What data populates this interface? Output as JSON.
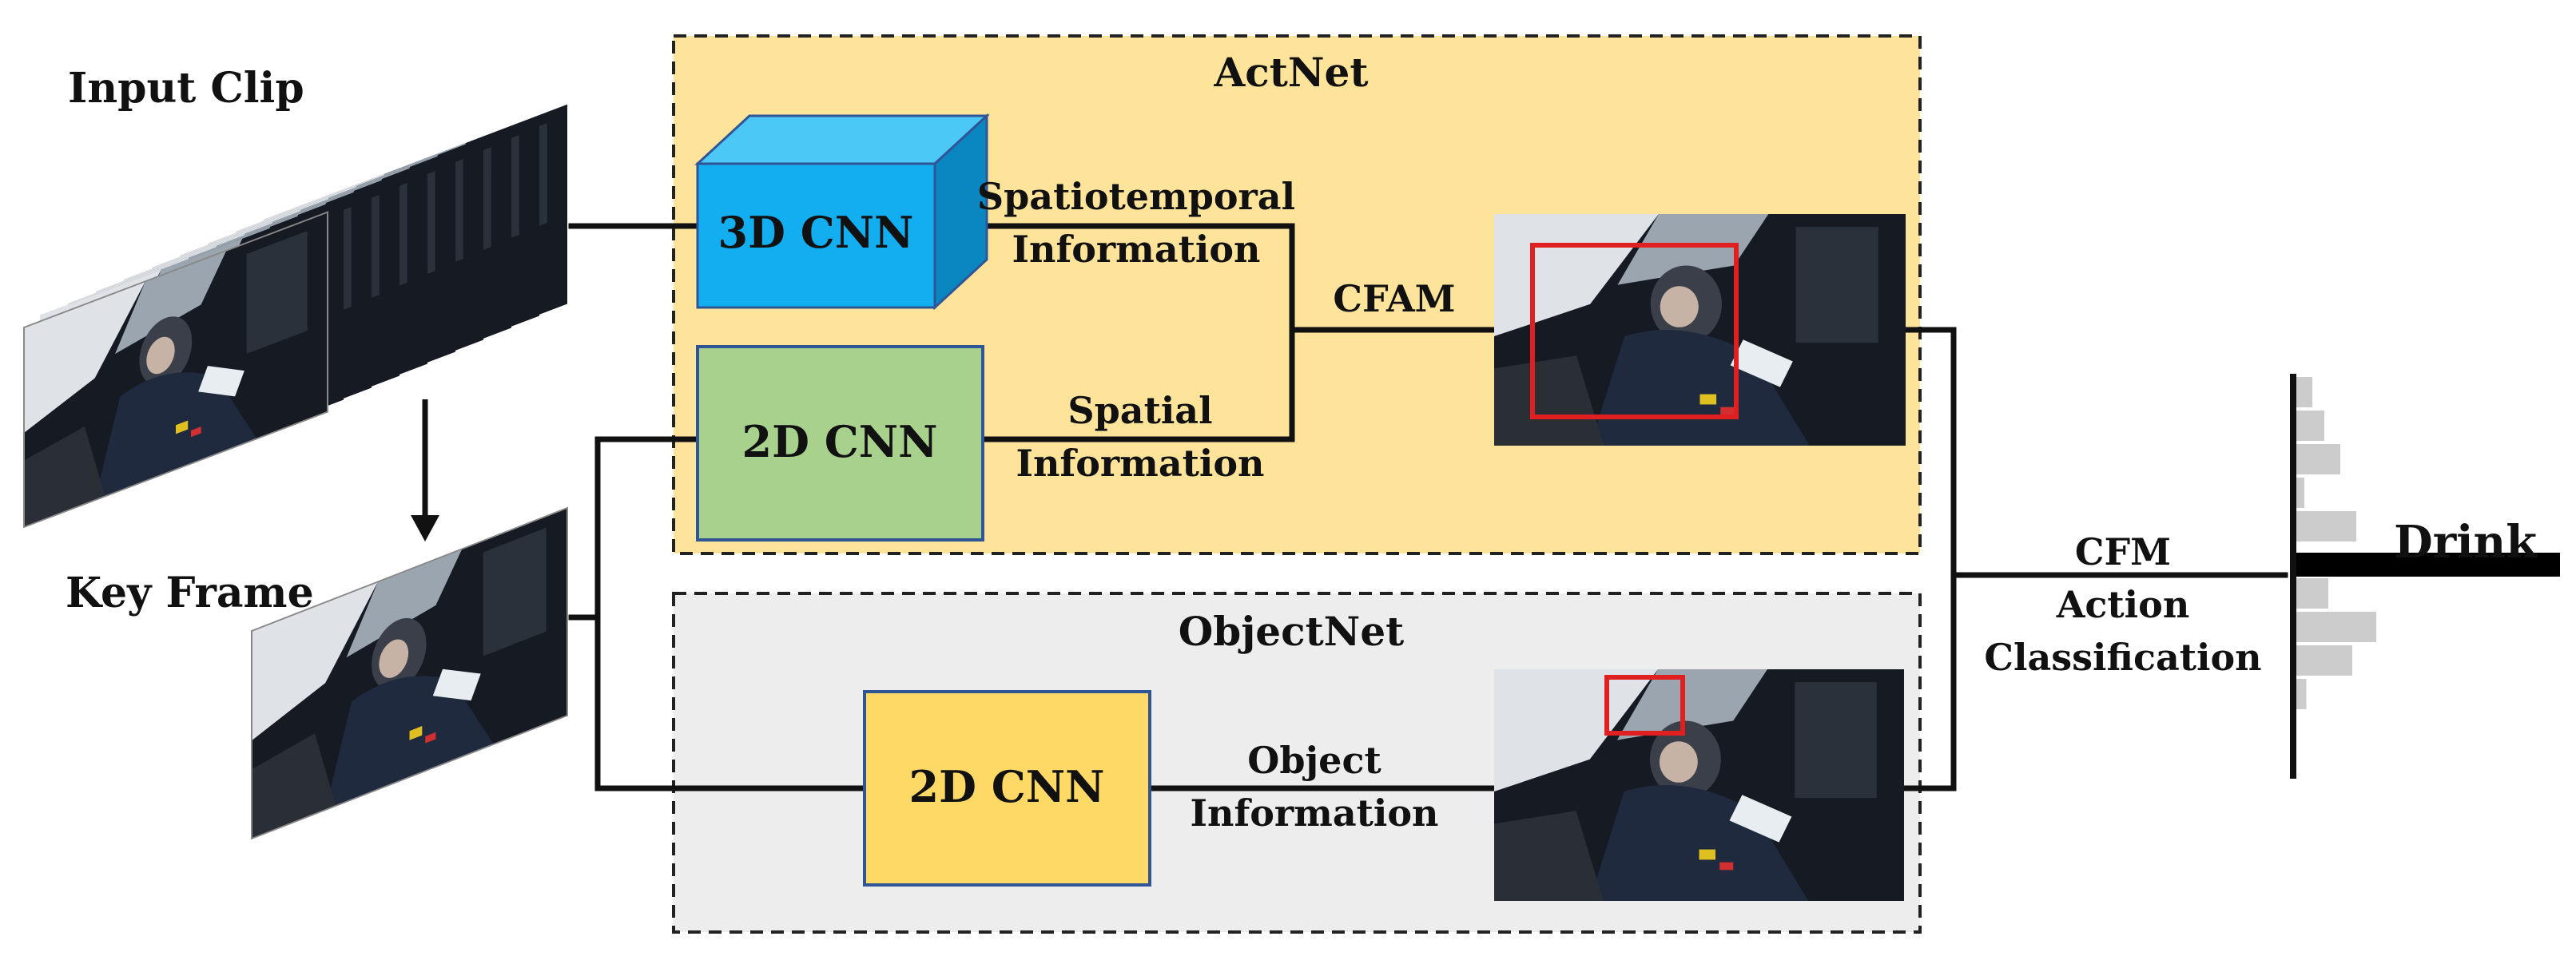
{
  "labels": {
    "input_clip": "Input Clip",
    "key_frame": "Key Frame",
    "actnet": "ActNet",
    "objectnet": "ObjectNet",
    "cnn3d": "3D CNN",
    "cnn2d_act": "2D CNN",
    "cnn2d_obj": "2D CNN",
    "spatiotemporal_line1": "Spatiotemporal",
    "spatiotemporal_line2": "Information",
    "spatial_line1": "Spatial",
    "spatial_line2": "Information",
    "cfam": "CFAM",
    "object_line1": "Object",
    "object_line2": "Information",
    "cfm_line1": "CFM",
    "cfm_line2": "Action",
    "cfm_line3": "Classification",
    "output": "Drink"
  },
  "colors": {
    "actnet_panel": "#fde49a",
    "objectnet_panel": "#ededed",
    "cnn3d_front": "#12aef0",
    "cnn3d_top": "#4cc8f6",
    "cnn3d_side": "#0a86c0",
    "cnn2d_act": "#a9d18e",
    "cnn2d_obj": "#ffd966",
    "box_border": "#2f5597",
    "detection_box": "#e02020",
    "score_bar": "#cccccc",
    "winning_bar": "#000000"
  },
  "icons": {
    "frame": "driver-in-car-frame",
    "arrow": "arrow-down-icon"
  },
  "classification_scores": [
    0.08,
    0.14,
    0.22,
    0.04,
    0.3,
    0.0,
    0.16,
    0.4,
    0.28,
    0.05
  ],
  "winning_class_index": 5
}
